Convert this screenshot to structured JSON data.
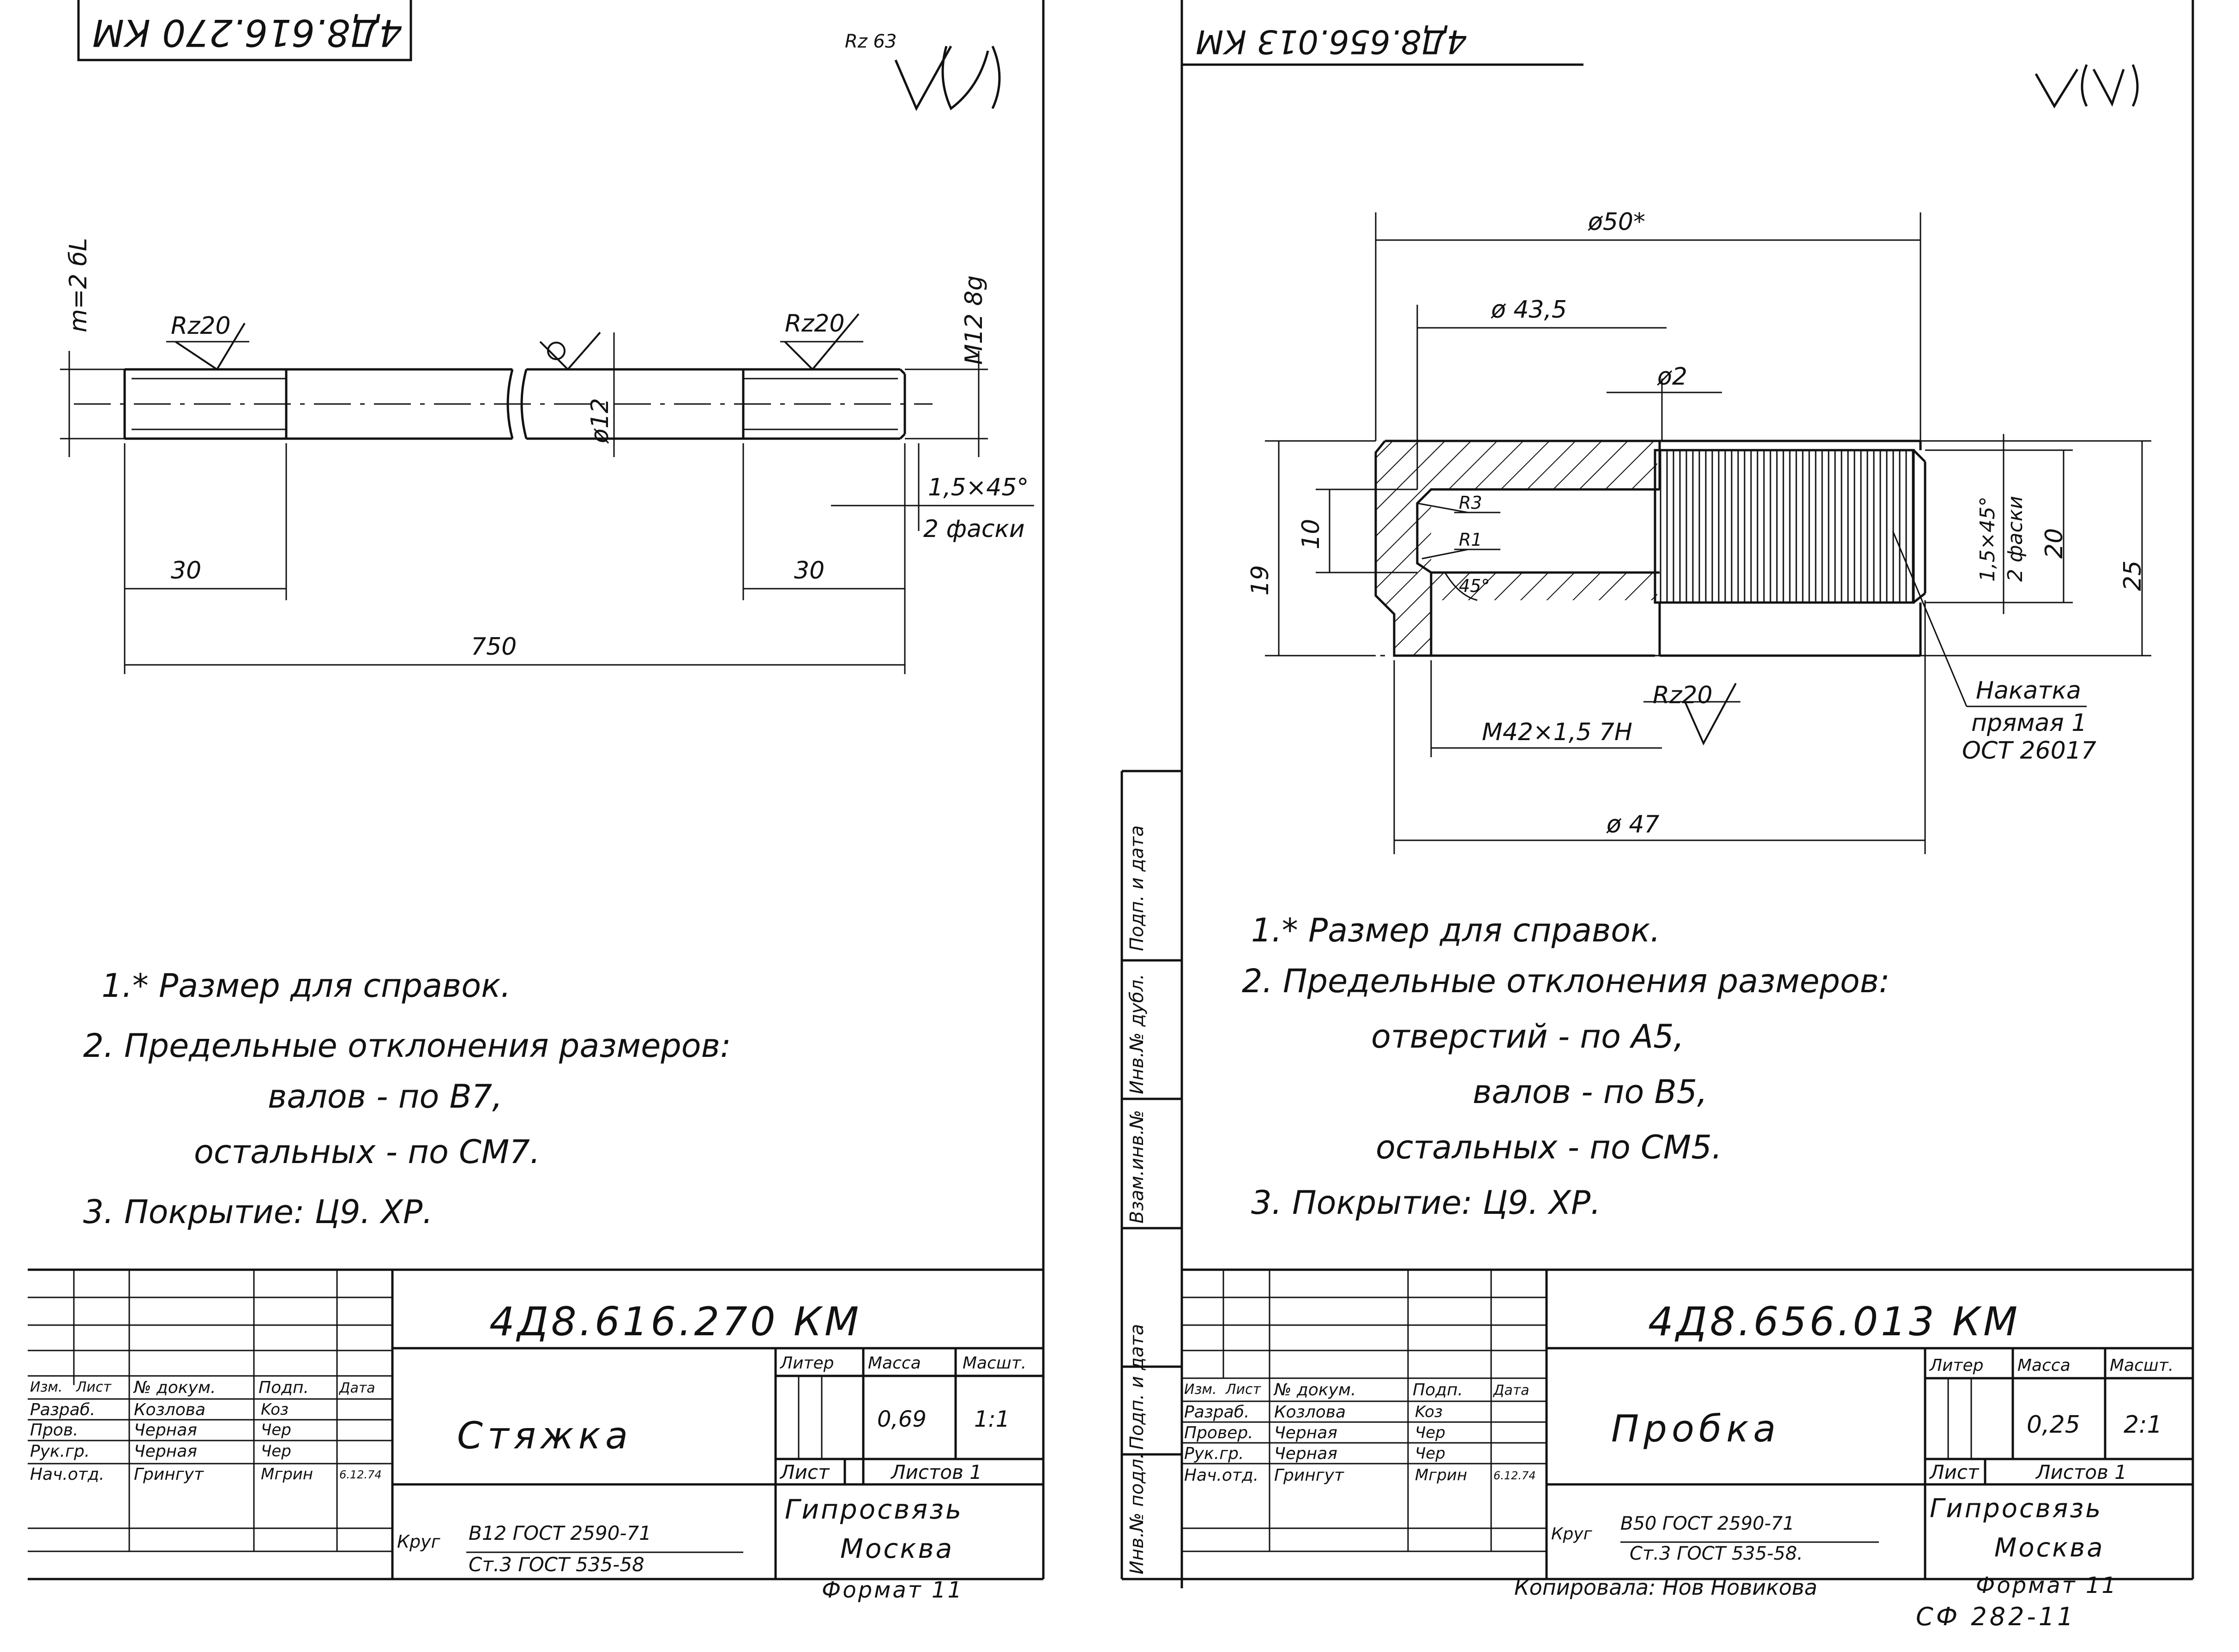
{
  "left": {
    "corner_code": "4Д8.616.270 КМ",
    "roughness_general": "Rz 63",
    "dims": {
      "rz1": "Rz20",
      "rz2": "Rz20",
      "thread_left": "m=2 бL",
      "thread_right": "M12  8g",
      "dia": "ø12",
      "chamfer": "1,5×45°",
      "chamfer2": "2 фаски",
      "len_left": "30",
      "len_right": "30",
      "total": "750"
    },
    "notes": [
      "1.* Размер для справок.",
      "2. Предельные отклонения размеров:",
      "валов - по В7,",
      "остальных - по СМ7.",
      "3. Покрытие: Ц9. ХР."
    ],
    "title_block": {
      "doc_number": "4Д8.616.270 КМ",
      "name": "Стяжка",
      "headers": [
        "Изм.",
        "Лист",
        "№ докум.",
        "Подп.",
        "Дата"
      ],
      "rows": [
        {
          "role": "Разраб.",
          "person": "Козлова",
          "sign": "Koз"
        },
        {
          "role": "Пров.",
          "person": "Черная",
          "sign": "Чер"
        },
        {
          "role": "Рук.гр.",
          "person": "Черная",
          "sign": "Чер"
        },
        {
          "role": "Нач.отд.",
          "person": "Грингут",
          "sign": "Мгрин",
          "date": "6.12.74"
        }
      ],
      "liter_label": "Литер",
      "mass_label": "Масса",
      "scale_label": "Масшт.",
      "mass": "0,69",
      "scale": "1:1",
      "sheet_label": "Лист",
      "sheets_label": "Листов 1",
      "material_prefix": "Круг",
      "material_top": "В12 ГОСТ 2590-71",
      "material_bottom": "Ст.3 ГОСТ 535-58",
      "org": "Гипросвязь",
      "city": "Москва",
      "format": "Формат 11"
    }
  },
  "right": {
    "corner_code": "4Д8.656.013 КМ",
    "dims": {
      "d50": "ø50*",
      "d435": "ø 43,5",
      "d2": "ø2",
      "r3": "R3",
      "r1": "R1",
      "a45": "45°",
      "h10": "10",
      "h19": "19",
      "h20": "20",
      "h25": "25",
      "chamfer": "1,5×45°",
      "chamfer2": "2 фаски",
      "rz": "Rz20",
      "thread": "М42×1,5  7Н",
      "d47": "ø 47",
      "knurl1": "Накатка",
      "knurl2": "прямая 1",
      "knurl3": "ОСТ 26017"
    },
    "notes": [
      "1.* Размер для справок.",
      "2. Предельные отклонения размеров:",
      "отверстий - по А5,",
      "валов - по В5,",
      "остальных - по СМ5.",
      "3. Покрытие: Ц9. ХР."
    ],
    "side_stamp": [
      "Инв.№ подл.",
      "Подп. и дата",
      "Взам.инв.№",
      "Инв.№ дубл.",
      "Подп. и дата"
    ],
    "title_block": {
      "doc_number": "4Д8.656.013 КМ",
      "name": "Пробка",
      "headers": [
        "Изм.",
        "Лист",
        "№ докум.",
        "Подп.",
        "Дата"
      ],
      "rows": [
        {
          "role": "Разраб.",
          "person": "Козлова",
          "sign": "Koз"
        },
        {
          "role": "Провер.",
          "person": "Черная",
          "sign": "Чер"
        },
        {
          "role": "Рук.гр.",
          "person": "Черная",
          "sign": "Чер"
        },
        {
          "role": "Нач.отд.",
          "person": "Грингут",
          "sign": "Мгрин",
          "date": "6.12.74"
        }
      ],
      "liter_label": "Литер",
      "mass_label": "Масса",
      "scale_label": "Масшт.",
      "mass": "0,25",
      "scale": "2:1",
      "sheet_label": "Лист",
      "sheets_label": "Листов 1",
      "material_prefix": "Круг",
      "material_top": "В50 ГОСТ 2590-71",
      "material_bottom": "Ст.3 ГОСТ 535-58.",
      "org": "Гипросвязь",
      "city": "Москва",
      "copied": "Копировала: Нов  Новикова",
      "format": "Формат 11"
    }
  },
  "sheet_code": "СФ 282-11"
}
